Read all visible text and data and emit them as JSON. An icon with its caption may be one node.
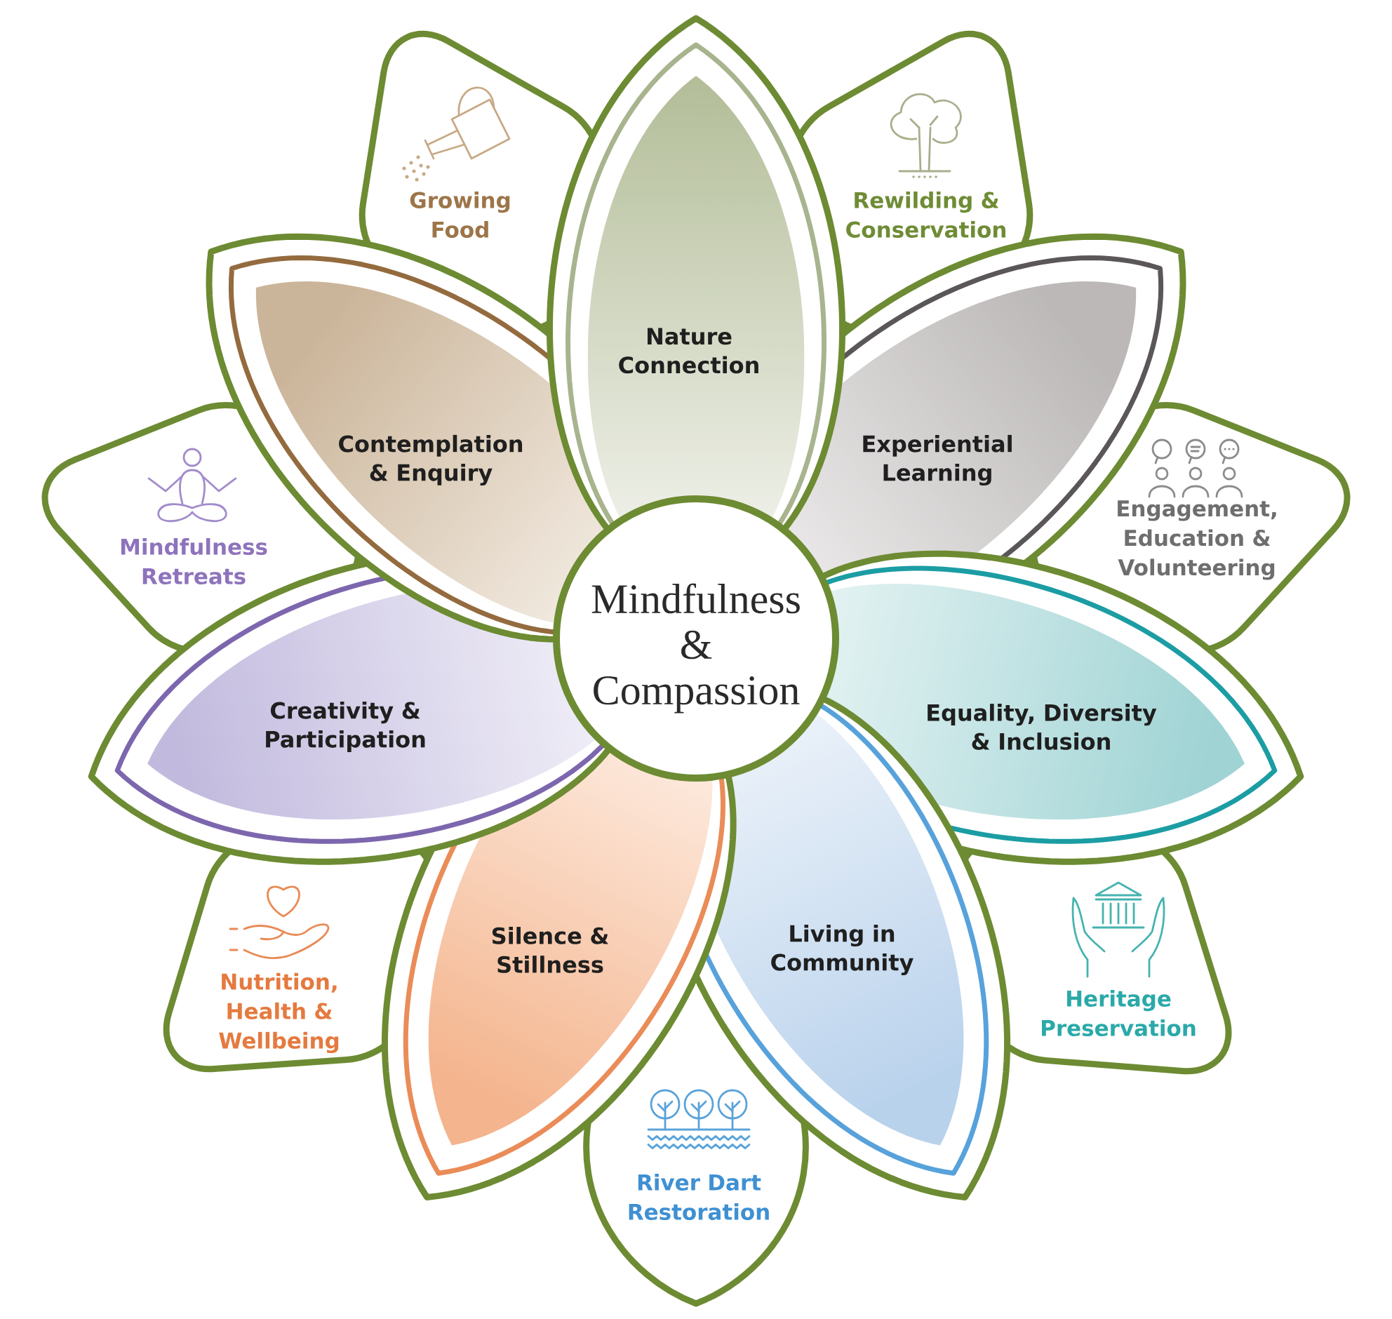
{
  "diagram": {
    "nodes": [
      {
        "text": [
          "Mindfulness & Compassion"
        ]
      },
      {
        "text": [
          "Nature Connection"
        ]
      },
      {
        "text": [
          "Experiential Learning"
        ]
      },
      {
        "text": [
          "Equality, Diversity & Inclusion"
        ]
      },
      {
        "text": [
          "Living in Community"
        ]
      },
      {
        "text": [
          "Silence & Stillness"
        ]
      },
      {
        "text": [
          "Creativity & Participation"
        ]
      },
      {
        "text": [
          "Contemplation & Enquiry"
        ]
      },
      {
        "text": [
          "Growing Food"
        ]
      },
      {
        "text": [
          "Rewilding & Conservation"
        ]
      },
      {
        "text": [
          "Engagement, Education & Volunteering"
        ]
      },
      {
        "text": [
          "Heritage Preservation"
        ]
      },
      {
        "text": [
          "River Dart Restoration"
        ]
      },
      {
        "text": [
          "Nutrition, Health & Wellbeing"
        ]
      },
      {
        "text": [
          "Mindfulness Retreats"
        ]
      }
    ]
  }
}
